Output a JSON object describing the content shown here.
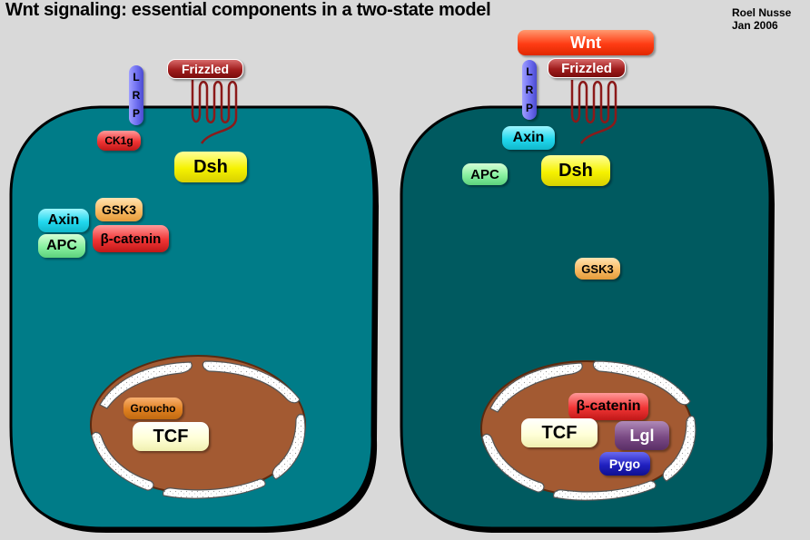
{
  "title": "Wnt signaling: essential components in a two-state model",
  "author": {
    "name": "Roel Nusse",
    "date": "Jan 2006"
  },
  "colors": {
    "background": "#d9d9d9",
    "cell_off": "#007c88",
    "cell_on": "#005a60",
    "nucleus": "#a35a32",
    "nuclear_envelope": "#ffffff",
    "frizzled_loop": "#8b1a1a"
  },
  "left_cell": {
    "lrp_letters": [
      "L",
      "R",
      "P"
    ],
    "labels": {
      "frizzled": "Frizzled",
      "ck1g": "CK1g",
      "dsh": "Dsh",
      "axin": "Axin",
      "apc": "APC",
      "gsk3": "GSK3",
      "beta_catenin": "β-catenin",
      "groucho": "Groucho",
      "tcf": "TCF"
    }
  },
  "right_cell": {
    "lrp_letters": [
      "L",
      "R",
      "P"
    ],
    "labels": {
      "wnt": "Wnt",
      "frizzled": "Frizzled",
      "axin": "Axin",
      "apc": "APC",
      "dsh": "Dsh",
      "gsk3": "GSK3",
      "beta_catenin": "β-catenin",
      "tcf": "TCF",
      "lgl": "Lgl",
      "pygo": "Pygo"
    }
  }
}
